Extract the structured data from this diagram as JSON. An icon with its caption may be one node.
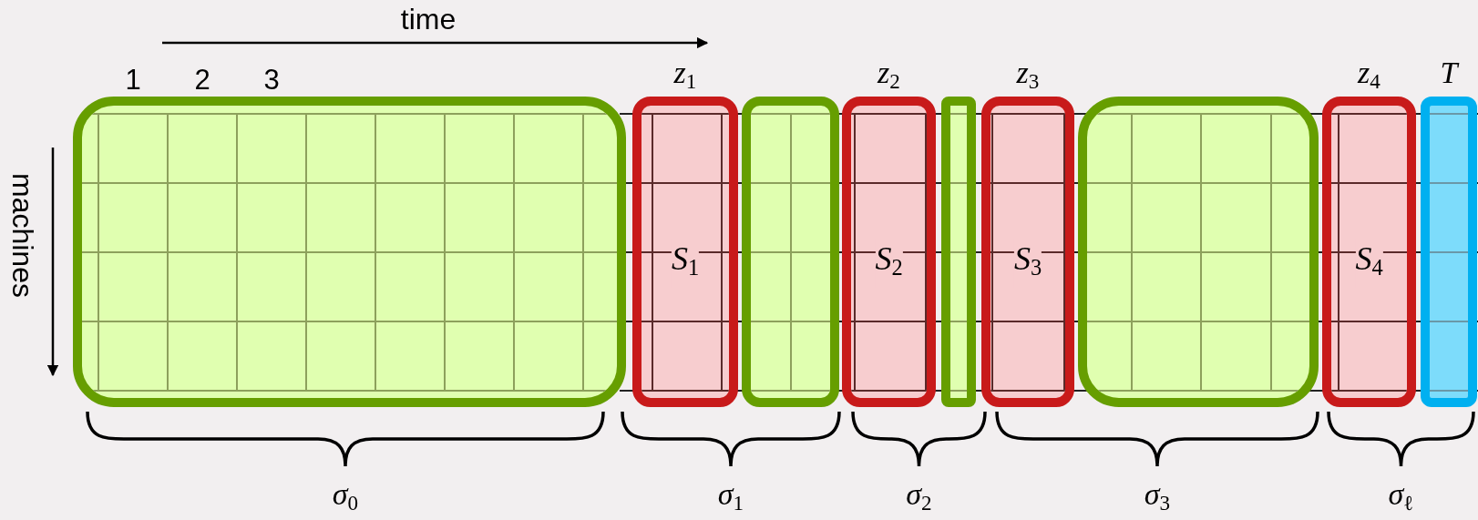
{
  "diagram": {
    "nodes": [
      {
        "text": [],
        "shape": "box"
      },
      {
        "text": [
          "z$_{1}$",
          "S$_{1}$"
        ]
      },
      {
        "text": [],
        "shape": "box"
      },
      {
        "text": [
          "z$_{2}$",
          "S$_{2}$"
        ]
      },
      {
        "text": [],
        "shape": "box"
      },
      {
        "text": [
          "z$_{3}$",
          "S$_{3}$"
        ]
      },
      {
        "text": [],
        "shape": "box"
      },
      {
        "text": [
          "z$_{4}$",
          "S$_{4}$"
        ]
      },
      {
        "text": [
          "T"
        ]
      }
    ],
    "labels": [
      "time",
      "machines",
      "1",
      "2",
      "3",
      "σ$_{0}$",
      "σ$_{1}$",
      "σ$_{2}$",
      "σ$_{3}$",
      "σ$_{ℓ}$"
    ]
  }
}
